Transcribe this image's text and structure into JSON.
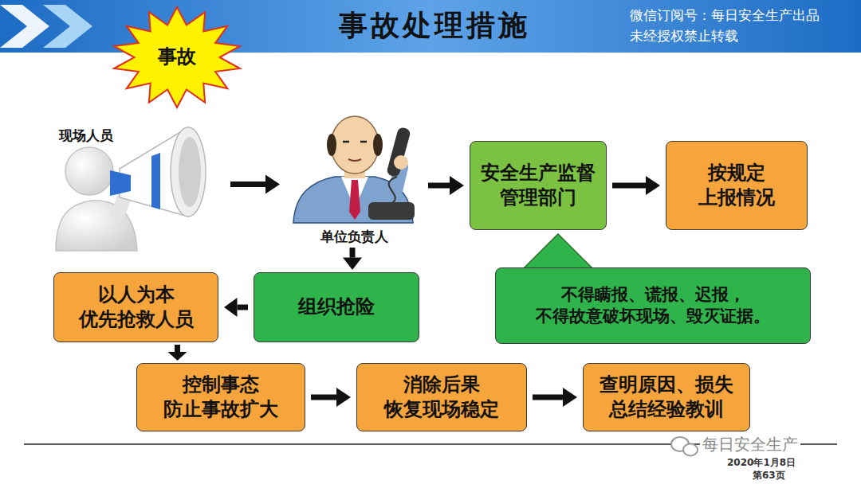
{
  "diagram": {
    "title": "事故处理措施",
    "nodes": [
      {
        "text": [
          "事故"
        ]
      },
      {
        "text": [
          "现场人员"
        ]
      },
      {
        "text": [
          "单位负责人"
        ]
      },
      {
        "text": [
          "安全生产监督 管理部门"
        ]
      },
      {
        "text": [
          "按规定 上报情况"
        ]
      },
      {
        "text": [
          "以人为本 优先抢救人员"
        ]
      },
      {
        "text": [
          "组织抢险"
        ]
      },
      {
        "text": [
          "不得瞒报、谎报、迟报， 不得故意破坏现场、毁灭证据。"
        ]
      },
      {
        "text": [
          "控制事态 防止事故扩大"
        ]
      },
      {
        "text": [
          "消除后果 恢复现场稳定"
        ]
      },
      {
        "text": [
          "查明原因、损失 总结经验教训"
        ]
      }
    ],
    "edges": [
      {
        "from": 1,
        "to": 2,
        "arrow": "to"
      },
      {
        "from": 2,
        "to": 3,
        "arrow": "to"
      },
      {
        "from": 3,
        "to": 4,
        "arrow": "to"
      },
      {
        "from": 2,
        "to": 6,
        "arrow": "to"
      },
      {
        "from": 6,
        "to": 5,
        "arrow": "to"
      },
      {
        "from": 5,
        "to": 8,
        "arrow": "to"
      },
      {
        "from": 8,
        "to": 9,
        "arrow": "to"
      },
      {
        "from": 9,
        "to": 10,
        "arrow": "to"
      }
    ],
    "labels": [
      "微信订阅号：每日安全生产出品",
      "未经授权禁止转载",
      "每日安全生产",
      "2020年1月8日",
      "第63页"
    ]
  }
}
